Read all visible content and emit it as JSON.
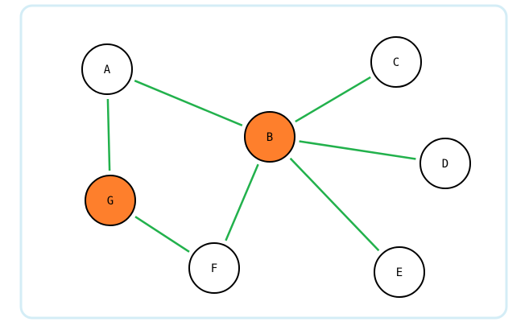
{
  "colors": {
    "frame_border": "#d4edf6",
    "frame_fill": "#ffffff",
    "edge": "#22b14c",
    "node_stroke": "#000000",
    "node_fill": "#ffffff",
    "highlight_fill": "#fe7f2c"
  },
  "nodes": [
    {
      "id": "A",
      "label": "A",
      "highlighted": false
    },
    {
      "id": "B",
      "label": "B",
      "highlighted": true
    },
    {
      "id": "C",
      "label": "C",
      "highlighted": false
    },
    {
      "id": "D",
      "label": "D",
      "highlighted": false
    },
    {
      "id": "E",
      "label": "E",
      "highlighted": false
    },
    {
      "id": "F",
      "label": "F",
      "highlighted": false
    },
    {
      "id": "G",
      "label": "G",
      "highlighted": true
    }
  ],
  "edges": [
    {
      "from": "A",
      "to": "B"
    },
    {
      "from": "A",
      "to": "G"
    },
    {
      "from": "B",
      "to": "C"
    },
    {
      "from": "B",
      "to": "D"
    },
    {
      "from": "B",
      "to": "E"
    },
    {
      "from": "B",
      "to": "F"
    },
    {
      "from": "G",
      "to": "F"
    }
  ]
}
